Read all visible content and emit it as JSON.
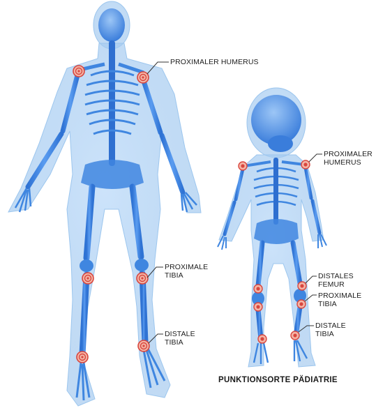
{
  "adult_labels": {
    "proximal_humerus": "PROXIMALER HUMERUS",
    "proximal_tibia_line1": "PROXIMALE",
    "proximal_tibia_line2": "TIBIA",
    "distal_tibia_line1": "DISTALE",
    "distal_tibia_line2": "TIBIA"
  },
  "pediatric_labels": {
    "proximal_humerus_line1": "PROXIMALER",
    "proximal_humerus_line2": "HUMERUS",
    "distal_femur_line1": "DISTALES",
    "distal_femur_line2": "FEMUR",
    "proximal_tibia_line1": "PROXIMALE",
    "proximal_tibia_line2": "TIBIA",
    "distal_tibia_line1": "DISTALE",
    "distal_tibia_line2": "TIBIA"
  },
  "caption": "PUNKTIONSORTE PÄDIATRIE",
  "colors": {
    "body_glow": "#cfe4fb",
    "body_fill": "#a9cff3",
    "bone": "#3f86e0",
    "bone_dark": "#2563c2",
    "target_ring": "#d9463e",
    "target_fill": "#f3b5a6",
    "leader_line": "#333333"
  },
  "icons": {
    "target": "bullseye-target-icon",
    "figure": "skeleton-figure"
  }
}
